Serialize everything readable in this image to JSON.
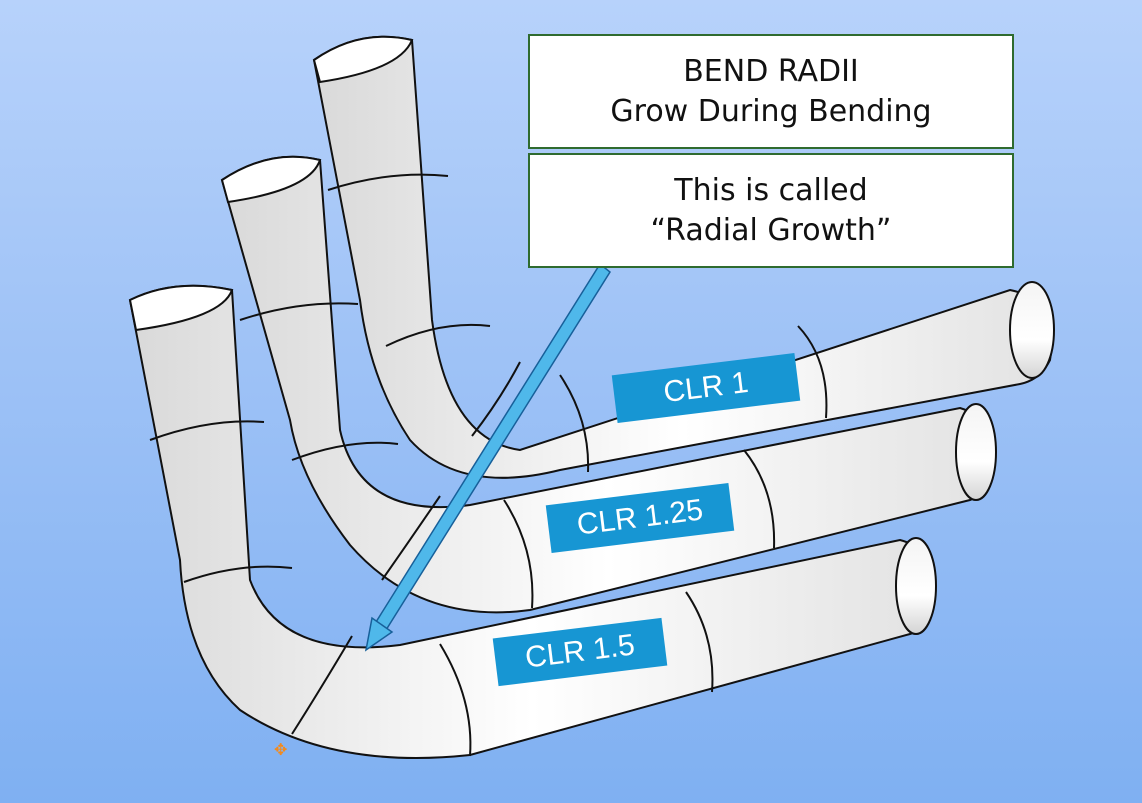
{
  "callout": {
    "title_line1": "BEND RADII",
    "title_line2": "Grow During Bending",
    "note_line1": "This is called",
    "note_line2": "“Radial Growth”"
  },
  "tubes": [
    {
      "label": "CLR 1"
    },
    {
      "label": "CLR 1.25"
    },
    {
      "label": "CLR 1.5"
    }
  ],
  "colors": {
    "background_top": "#b7d2fb",
    "background_bottom": "#7fb0f2",
    "label_fill": "#1796d3",
    "arrow_fill": "#4fb8ea",
    "callout_border": "#2f6b2f",
    "origin_marker": "#f28a1d"
  }
}
